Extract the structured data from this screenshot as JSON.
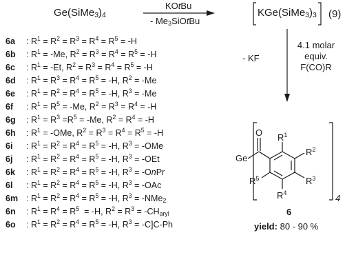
{
  "reaction": {
    "reactant": "Ge(SiMe3)4",
    "reagent_top": "KOtBu",
    "reagent_bottom": "- Me3SiOtBu",
    "intermediate": "KGe(SiMe3)3",
    "equation_number": "(9)",
    "step2_left": "- KF",
    "step2_right_lines": [
      "4.1 molar",
      "equiv.",
      "F(CO)R"
    ]
  },
  "substituents": [
    {
      "label": "6a",
      "text": "R1 = R2 = R3 = R4 = R5 = -H"
    },
    {
      "label": "6b",
      "text": "R1 = -Me, R2 = R3 = R4 = R5 = -H"
    },
    {
      "label": "6c",
      "text": "R1 = -Et, R2 = R3 = R4 = R5 = -H"
    },
    {
      "label": "6d",
      "text": "R1 = R3 = R4 = R5 = -H, R2 = -Me"
    },
    {
      "label": "6e",
      "text": "R1 = R2 = R4 = R5 = -H, R3 = -Me"
    },
    {
      "label": "6f",
      "text": "R1 = R5 = -Me, R2 = R3 = R4 = -H"
    },
    {
      "label": "6g",
      "text": "R1 = R3 =R5 = -Me, R2 = R4 = -H"
    },
    {
      "label": "6h",
      "text": "R1 = -OMe, R2 = R3 = R4 = R5 = -H"
    },
    {
      "label": "6i",
      "text": "R1 = R2 = R4 = R5 = -H, R3 = -OMe"
    },
    {
      "label": "6j",
      "text": "R1 = R2 = R4 = R5 = -H, R3 = -OEt"
    },
    {
      "label": "6k",
      "text": "R1 = R2 = R4 = R5 = -H, R3 = -OnPr"
    },
    {
      "label": "6l",
      "text": "R1 = R2 = R4 = R5 = -H, R3 = -OAc"
    },
    {
      "label": "6m",
      "text": "R1 = R2 = R4 = R5 = -H, R3 = -NMe2"
    },
    {
      "label": "6n",
      "text": "R1 = R4 = R5 = -H, R2 = R3 = -CHaryl"
    },
    {
      "label": "6o",
      "text": "R1 = R2 = R4 = R5 = -H, R3 = -C]C-Ph"
    }
  ],
  "product": {
    "ge": "Ge",
    "oxygen": "O",
    "r1": "R1",
    "r2": "R2",
    "r3": "R3",
    "r4": "R4",
    "r5": "R5",
    "subscript": "4",
    "compound_number": "6",
    "yield_label": "yield:",
    "yield_value": "80 - 90 %"
  }
}
